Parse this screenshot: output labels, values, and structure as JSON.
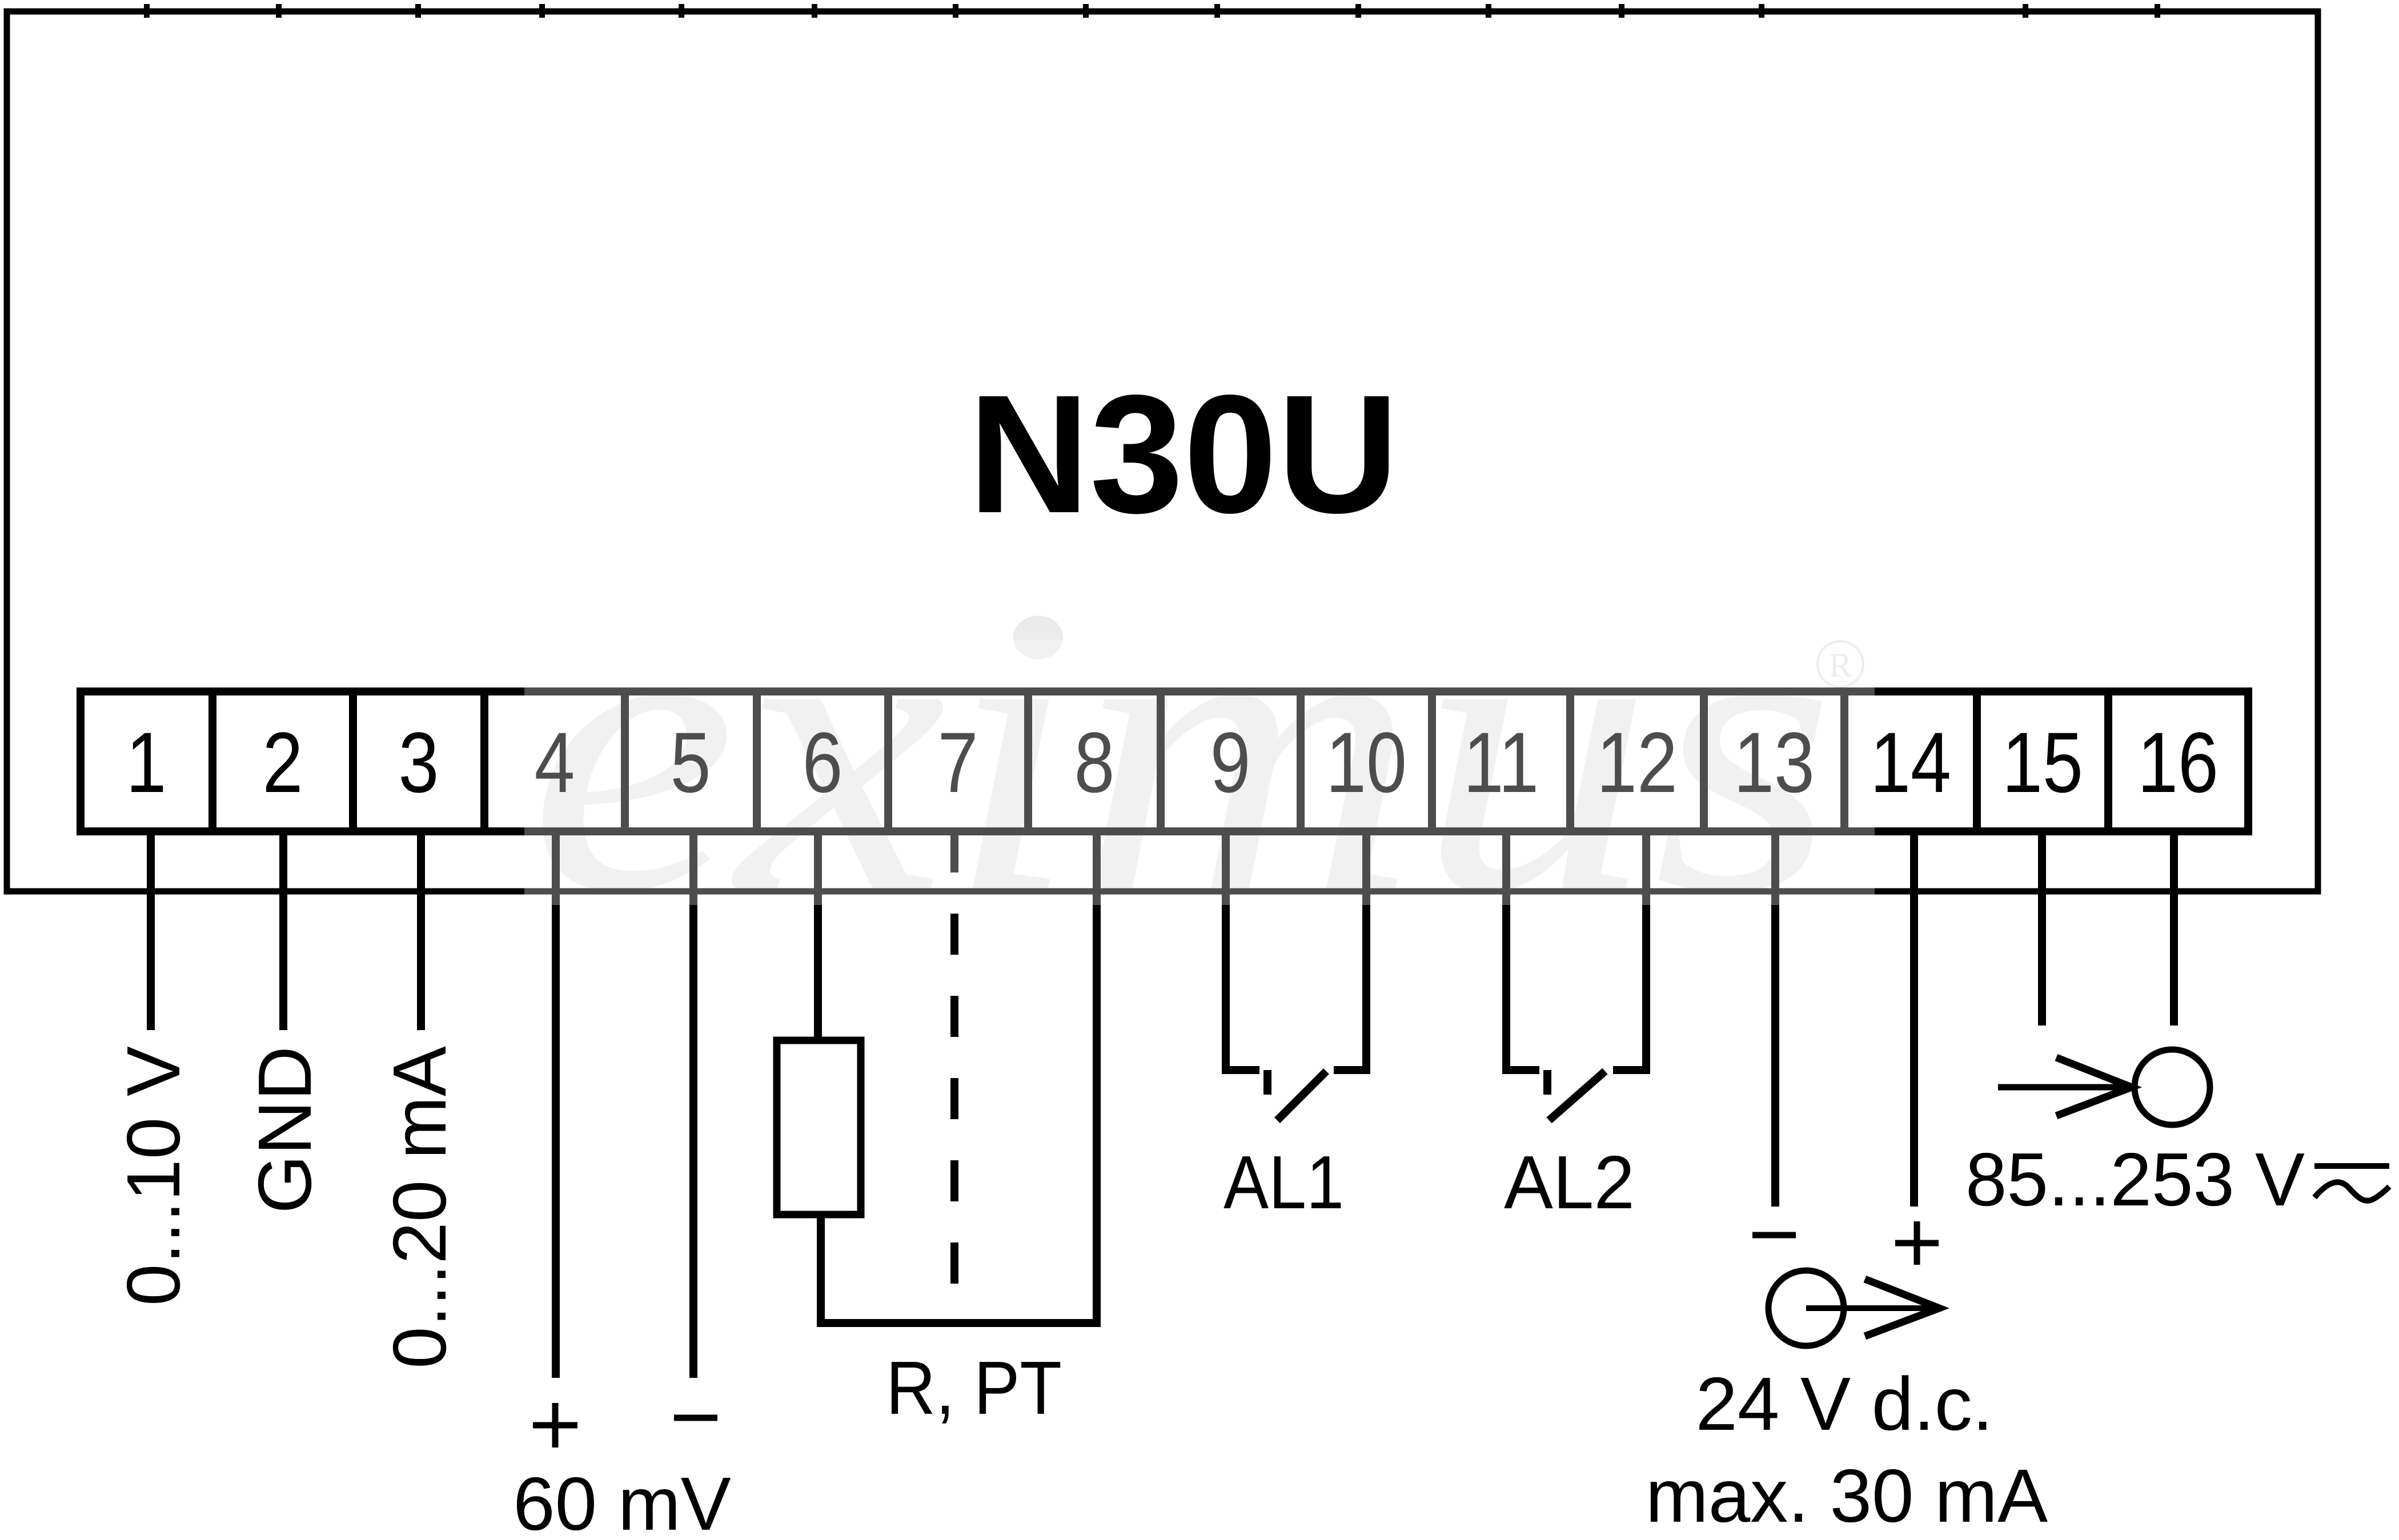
{
  "device": {
    "title": "N30U"
  },
  "watermark": {
    "text": "eximus",
    "registered_mark": "R"
  },
  "terminals": [
    {
      "number": "1"
    },
    {
      "number": "2"
    },
    {
      "number": "3"
    },
    {
      "number": "4"
    },
    {
      "number": "5"
    },
    {
      "number": "6"
    },
    {
      "number": "7"
    },
    {
      "number": "8"
    },
    {
      "number": "9"
    },
    {
      "number": "10"
    },
    {
      "number": "11"
    },
    {
      "number": "12"
    },
    {
      "number": "13"
    },
    {
      "number": "14"
    },
    {
      "number": "15"
    },
    {
      "number": "16"
    }
  ],
  "inputs": {
    "voltage_input": "0...10 V",
    "ground": "GND",
    "current_input": "0...20 mA",
    "mv_input": {
      "plus": "+",
      "minus": "−",
      "label": "60 mV"
    },
    "resistance_input": "R, PT"
  },
  "alarms": {
    "al1": "AL1",
    "al2": "AL2"
  },
  "aux_supply_output": {
    "minus": "−",
    "plus": "+",
    "line1": "24 V d.c.",
    "line2": "max. 30 mA"
  },
  "power_supply": {
    "label": "85...253 V",
    "symbol": "ac-dc-icon"
  },
  "colors": {
    "line": "#000000",
    "watermark": "#ebebeb",
    "background": "#ffffff"
  }
}
